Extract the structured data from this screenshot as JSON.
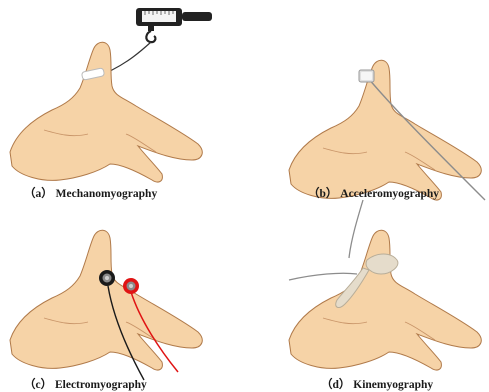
{
  "figure": {
    "panels": [
      {
        "key": "a",
        "label": "（a） Mechanomyography"
      },
      {
        "key": "b",
        "label": "（b） Acceleromyography"
      },
      {
        "key": "c",
        "label": "（c） Electromyography"
      },
      {
        "key": "d",
        "label": "（d） Kinemyography"
      }
    ]
  },
  "colors": {
    "skin": "#f6d3a7",
    "skin_outline": "#b07a4a",
    "gauge_body": "#222222",
    "gauge_scale": "#f4f4f4",
    "cable_gray": "#8c8c8c",
    "electrode_black": "#1a1a1a",
    "lead_red": "#e01414",
    "sensor_beige": "#e5dccb"
  }
}
